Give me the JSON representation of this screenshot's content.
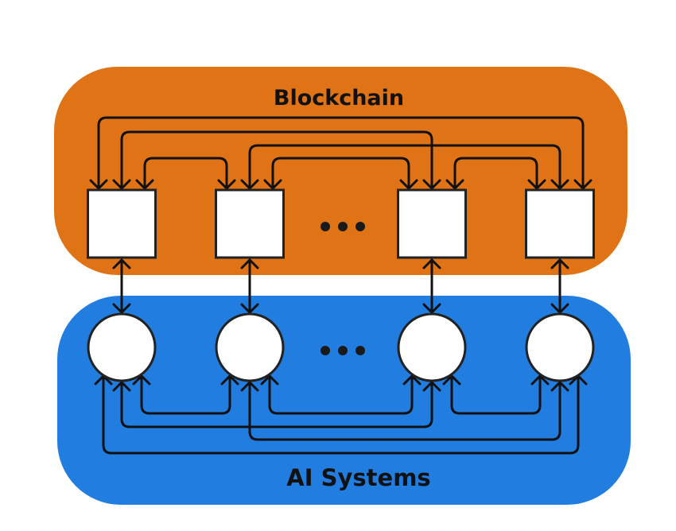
{
  "diagram": {
    "title": "Blockchain and AI Systems interconnection",
    "colors": {
      "blockchain_region": "#DF7315",
      "ai_region": "#217DE0",
      "node_fill": "#FFFFFF",
      "stroke": "#111111"
    },
    "regions": {
      "blockchain": {
        "label": "Blockchain"
      },
      "ai_systems": {
        "label": "AI Systems"
      }
    },
    "blockchain_nodes": [
      {
        "id": "B1",
        "shape": "square"
      },
      {
        "id": "B2",
        "shape": "square"
      },
      {
        "id": "B3",
        "shape": "square"
      },
      {
        "id": "B4",
        "shape": "square"
      }
    ],
    "ai_nodes": [
      {
        "id": "A1",
        "shape": "circle"
      },
      {
        "id": "A2",
        "shape": "circle"
      },
      {
        "id": "A3",
        "shape": "circle"
      },
      {
        "id": "A4",
        "shape": "circle"
      }
    ],
    "ellipsis": {
      "blockchain": "more blockchain nodes (…)",
      "ai_systems": "more AI nodes (…)"
    },
    "edges": {
      "blockchain_mesh": [
        {
          "from": "B1",
          "to": "B4",
          "direction": "bidirectional"
        },
        {
          "from": "B1",
          "to": "B3",
          "direction": "bidirectional"
        },
        {
          "from": "B2",
          "to": "B4",
          "direction": "bidirectional"
        },
        {
          "from": "B1",
          "to": "B2",
          "direction": "bidirectional"
        },
        {
          "from": "B2",
          "to": "B3",
          "direction": "bidirectional"
        },
        {
          "from": "B3",
          "to": "B4",
          "direction": "bidirectional"
        }
      ],
      "cross_layer": [
        {
          "from": "B1",
          "to": "A1",
          "direction": "bidirectional"
        },
        {
          "from": "B2",
          "to": "A2",
          "direction": "bidirectional"
        },
        {
          "from": "B3",
          "to": "A3",
          "direction": "bidirectional"
        },
        {
          "from": "B4",
          "to": "A4",
          "direction": "bidirectional"
        }
      ],
      "ai_mesh": [
        {
          "from": "A1",
          "to": "A2",
          "direction": "bidirectional"
        },
        {
          "from": "A2",
          "to": "A3",
          "direction": "bidirectional"
        },
        {
          "from": "A3",
          "to": "A4",
          "direction": "bidirectional"
        },
        {
          "from": "A1",
          "to": "A3",
          "direction": "bidirectional"
        },
        {
          "from": "A2",
          "to": "A4",
          "direction": "bidirectional"
        },
        {
          "from": "A1",
          "to": "A4",
          "direction": "bidirectional"
        }
      ]
    }
  }
}
